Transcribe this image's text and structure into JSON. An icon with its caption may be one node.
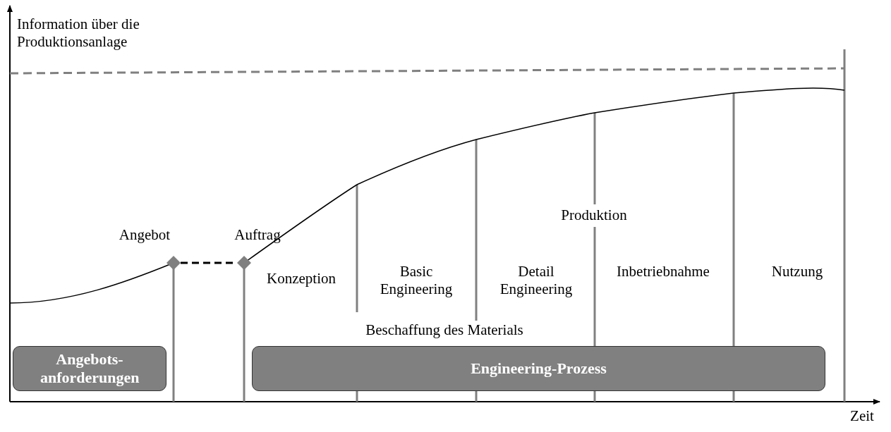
{
  "diagram": {
    "nodes": [
      {
        "text": [
          "Angebots- anforderungen"
        ]
      },
      {
        "text": [
          "Engineering-Prozess"
        ]
      },
      {
        "text": [],
        "shape": "diamond",
        "beside": [
          "Angebot"
        ]
      },
      {
        "text": [],
        "shape": "diamond",
        "beside": [
          "Auftrag"
        ]
      }
    ],
    "edges": [
      {
        "from": 2,
        "to": 3,
        "arrow": "none",
        "style": "dashed"
      }
    ],
    "labels": [
      "Information über die Produktionsanlage",
      "Produktion",
      "Konzeption",
      "Basic Engineering",
      "Detail Engineering",
      "Inbetriebnahme",
      "Nutzung",
      "Beschaffung des Materials",
      "Zeit"
    ]
  }
}
